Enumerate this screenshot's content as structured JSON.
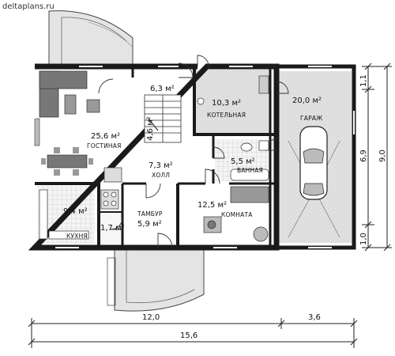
{
  "watermark": "deltaplans.ru",
  "rooms": {
    "living": {
      "area": "25,6 м²",
      "name": "ГОСТИНАЯ"
    },
    "stair_top": {
      "area": "6,3 м²"
    },
    "stair_side": {
      "area": "4,6 м²"
    },
    "boiler": {
      "area": "10,3 м²",
      "name": "КОТЕЛЬНАЯ"
    },
    "garage": {
      "area": "20,0 м²",
      "name": "ГАРАЖ"
    },
    "bath": {
      "area": "5,5 м²",
      "name": "ВАННАЯ"
    },
    "hall": {
      "area": "7,3 м²",
      "name": "ХОЛЛ"
    },
    "kitchen": {
      "area": "9,4 м²",
      "name": "КУХНЯ"
    },
    "pantry": {
      "area": "1,7 м²"
    },
    "vestibule": {
      "area": "5,9 м²",
      "name": "ТАМБУР"
    },
    "bedroom": {
      "area": "12,5 м²",
      "name": "КОМНАТА"
    }
  },
  "dimensions": {
    "bottom_left": "12,0",
    "bottom_right": "3,6",
    "bottom_total": "15,6",
    "right_top": "1,1",
    "right_mid": "6,9",
    "right_bottom": "1,0",
    "right_total": "9,0"
  }
}
